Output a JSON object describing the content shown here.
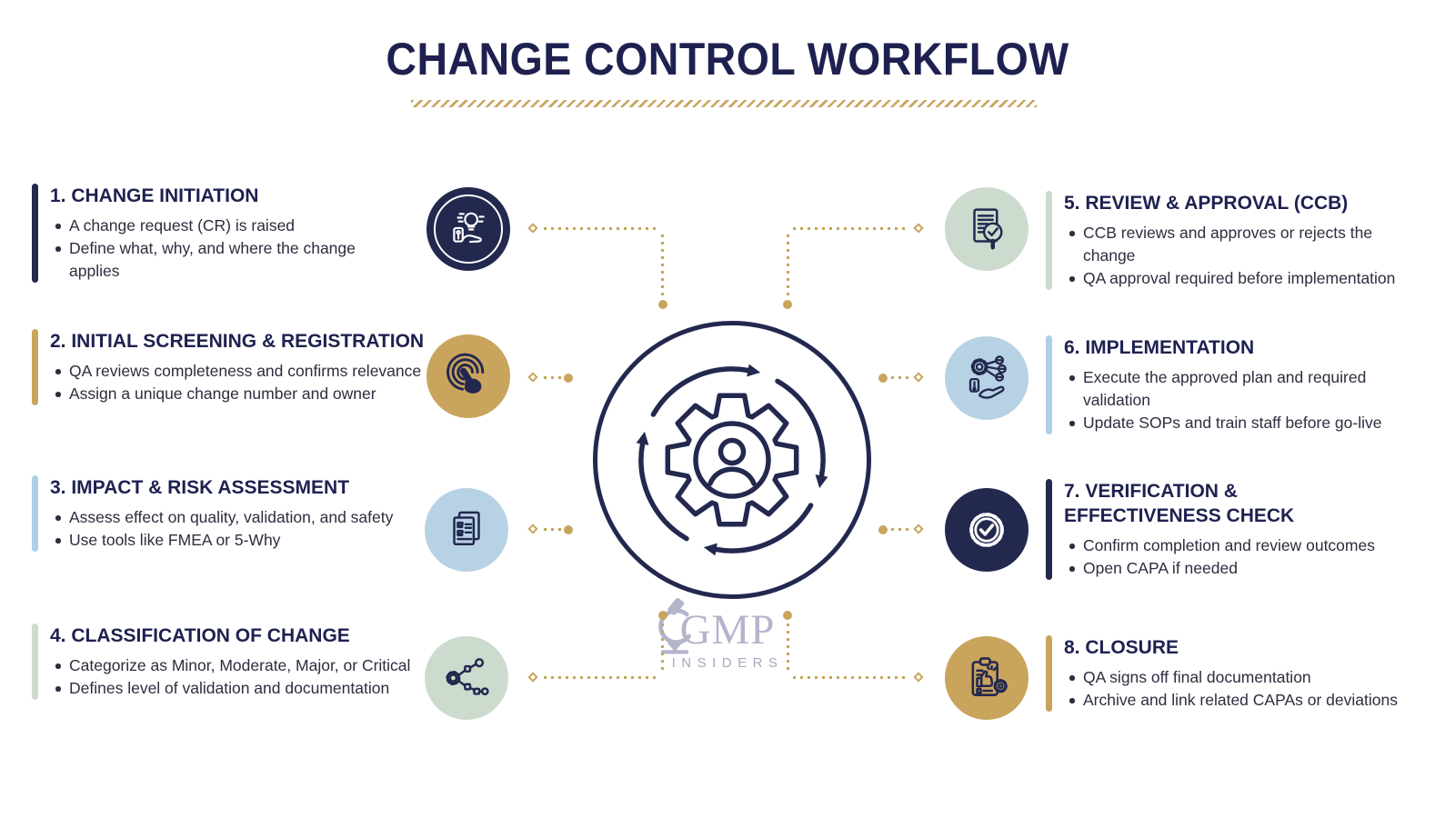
{
  "title": "CHANGE CONTROL WORKFLOW",
  "brand": {
    "name": "GMP",
    "tagline": "INSIDERS"
  },
  "colors": {
    "navy": "#23284f",
    "gold": "#c9a45c",
    "light_blue": "#b7d2e4",
    "sage_green": "#ccdbce",
    "title_navy": "#1e2150",
    "logo_gray": "#b4b4cb"
  },
  "center": {
    "icon": "gear-person-cycle-icon"
  },
  "steps": [
    {
      "number": "1",
      "title": "1. CHANGE INITIATION",
      "accent": "navy",
      "side": "left",
      "icon": "idea-hand-lightbulb-icon",
      "bullets": [
        "A change request (CR) is raised",
        "Define what, why, and where the change applies"
      ]
    },
    {
      "number": "2",
      "title": "2. INITIAL SCREENING & REGISTRATION",
      "accent": "gold",
      "side": "left",
      "icon": "tap-target-icon",
      "bullets": [
        "QA reviews completeness and confirms relevance",
        "Assign a unique change number and owner"
      ]
    },
    {
      "number": "3",
      "title": "3. IMPACT & RISK ASSESSMENT",
      "accent": "light_blue",
      "side": "left",
      "icon": "checklist-documents-icon",
      "bullets": [
        "Assess effect on quality, validation, and safety",
        "Use tools like FMEA or 5-Why"
      ]
    },
    {
      "number": "4",
      "title": "4. CLASSIFICATION OF CHANGE",
      "accent": "sage_green",
      "side": "left",
      "icon": "classification-network-icon",
      "bullets": [
        "Categorize as Minor, Moderate, Major, or Critical",
        "Defines level of validation and documentation"
      ]
    },
    {
      "number": "5",
      "title": "5. REVIEW & APPROVAL (CCB)",
      "accent": "sage_green",
      "side": "right",
      "icon": "document-review-magnifier-icon",
      "bullets": [
        "CCB reviews and approves or rejects the change",
        "QA approval required before implementation"
      ]
    },
    {
      "number": "6",
      "title": "6. IMPLEMENTATION",
      "accent": "light_blue",
      "side": "right",
      "icon": "implementation-hand-gears-icon",
      "bullets": [
        "Execute the approved plan and required validation",
        "Update SOPs and train staff before go-live"
      ]
    },
    {
      "number": "7",
      "title": "7. VERIFICATION & EFFECTIVENESS CHECK",
      "accent": "navy",
      "side": "right",
      "icon": "verified-badge-check-icon",
      "bullets": [
        "Confirm completion and review outcomes",
        "Open CAPA if needed"
      ]
    },
    {
      "number": "8",
      "title": "8. CLOSURE",
      "accent": "gold",
      "side": "right",
      "icon": "closure-clipboard-approval-icon",
      "bullets": [
        "QA signs off final documentation",
        "Archive and link related CAPAs or deviations"
      ]
    }
  ]
}
